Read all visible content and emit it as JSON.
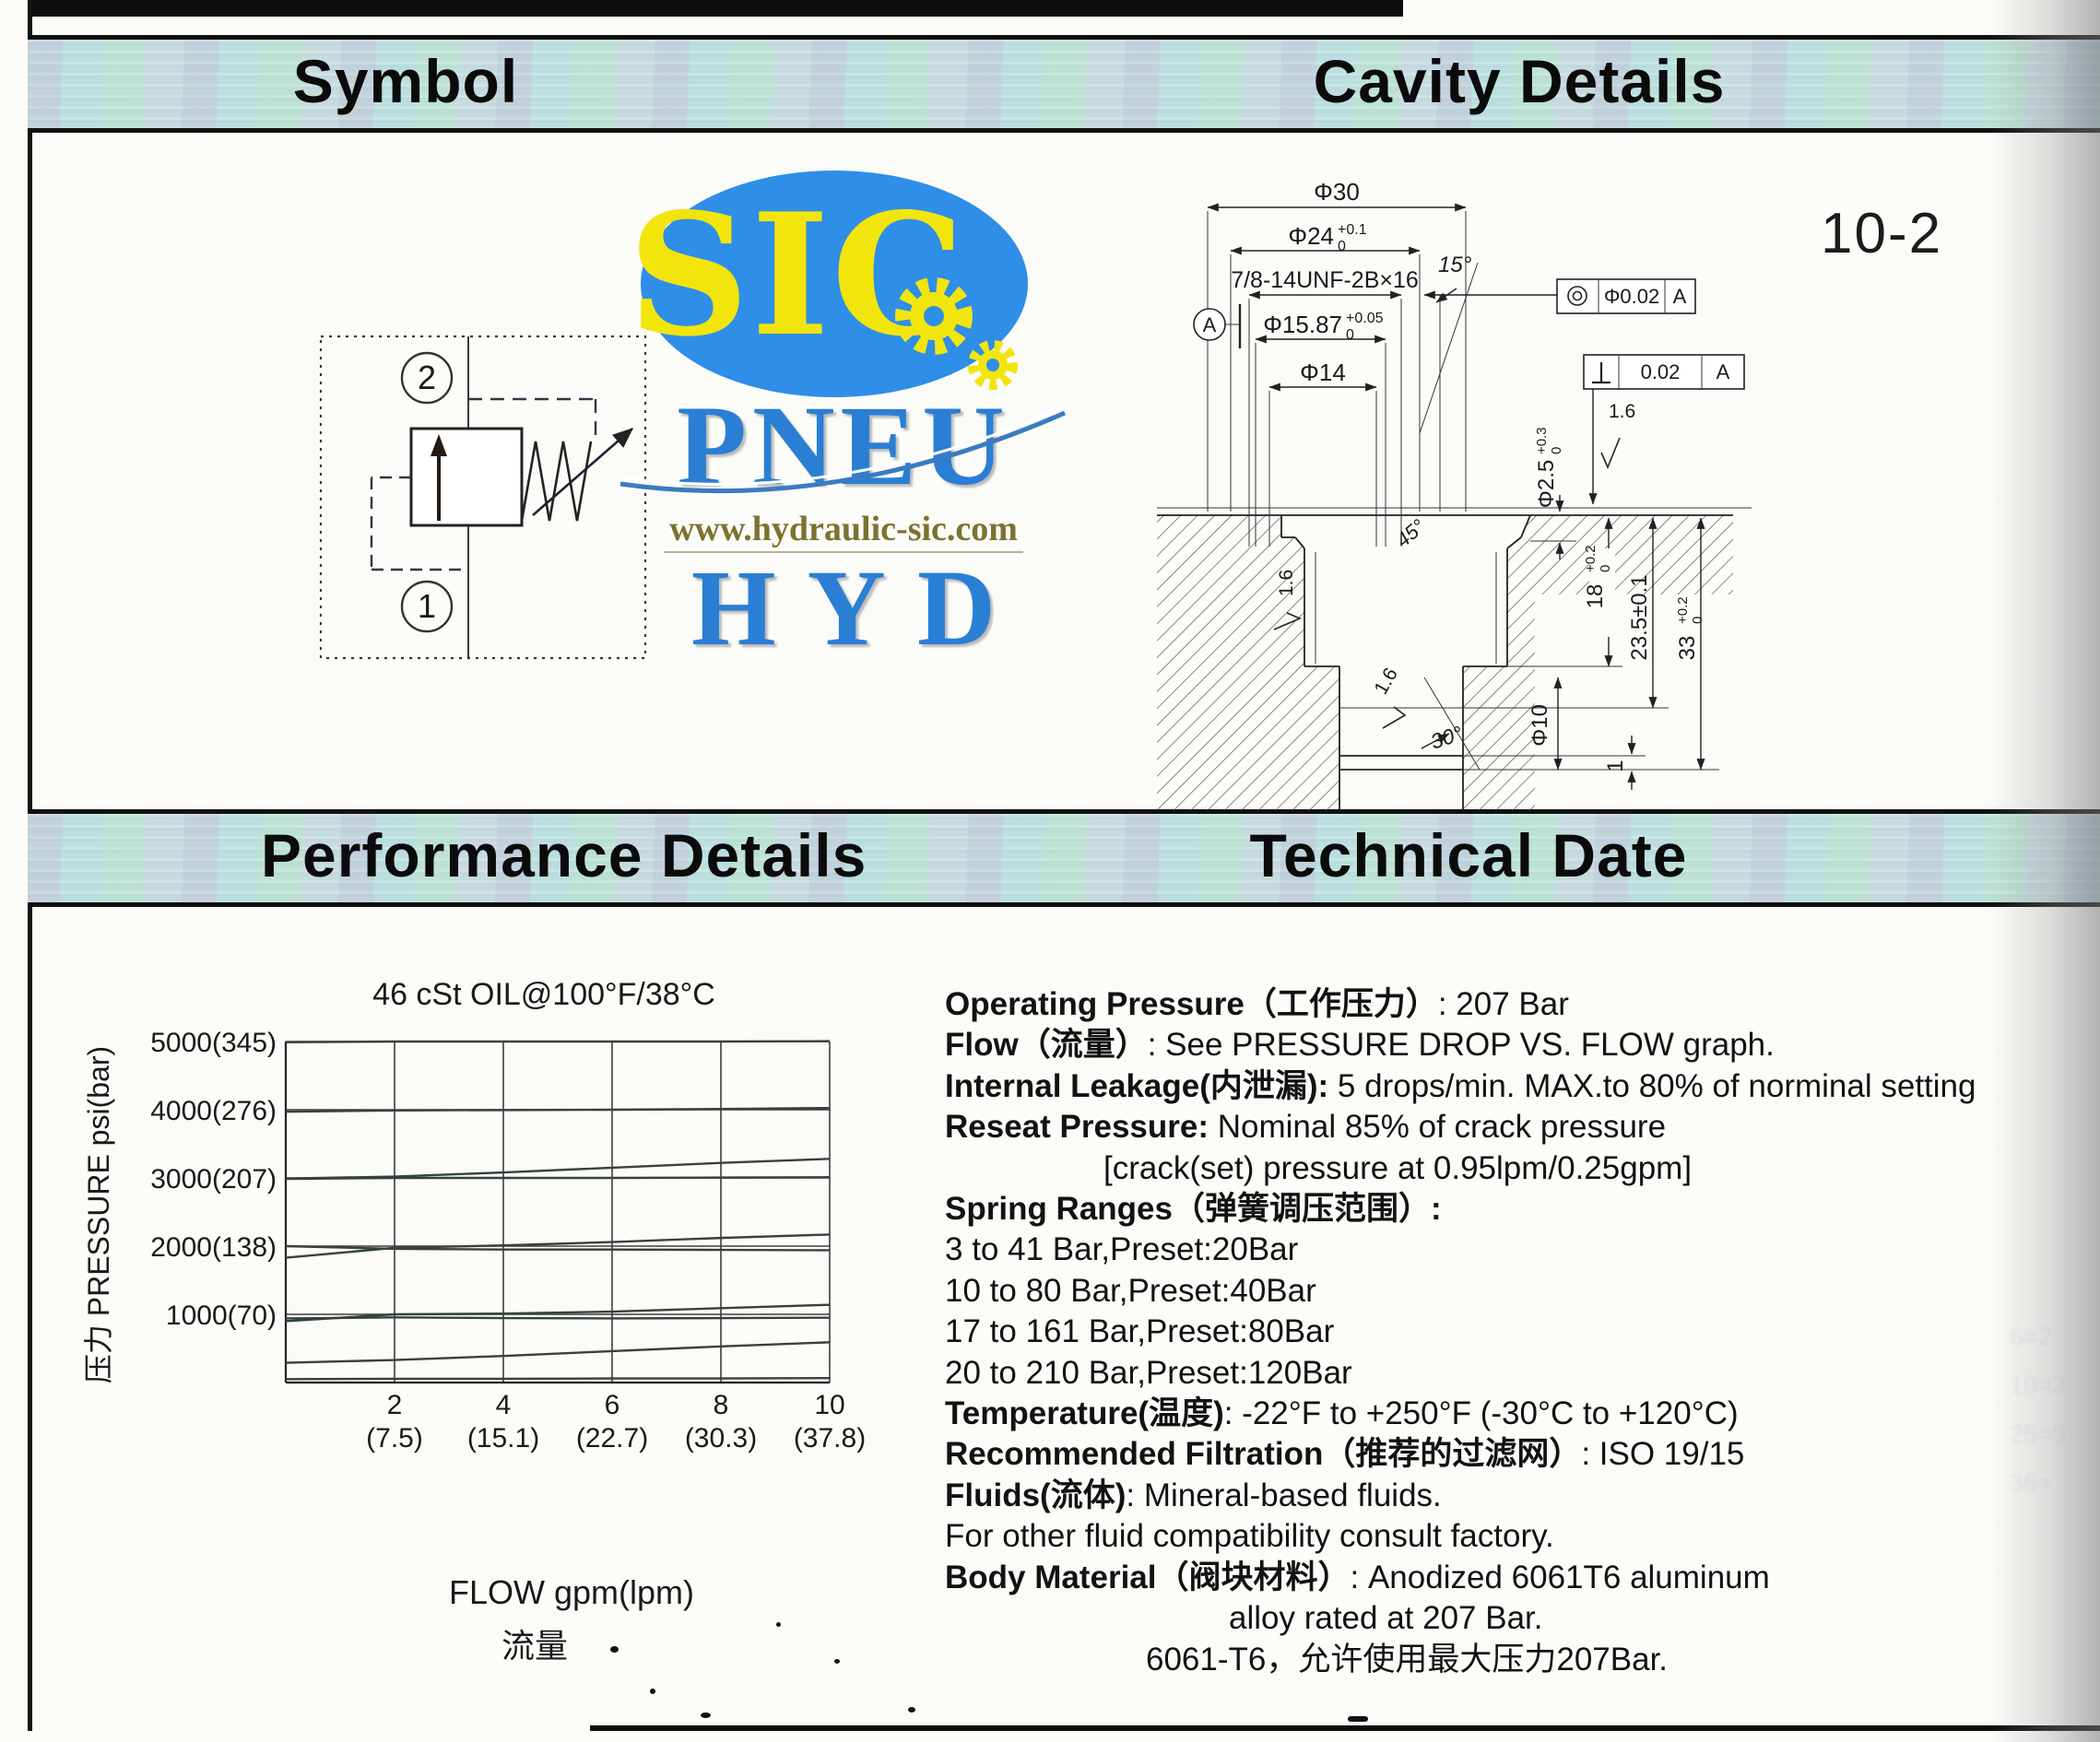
{
  "page_number": "10-2",
  "headers": {
    "symbol": "Symbol",
    "cavity": "Cavity Details",
    "performance": "Performance Details",
    "technical": "Technical Date"
  },
  "logo": {
    "sic": "SIC",
    "pneu": "PNEU",
    "url": "www.hydraulic-sic.com",
    "hyd": "HYD"
  },
  "symbol_diagram": {
    "port_top": "2",
    "port_bottom": "1"
  },
  "cavity": {
    "phi30": "Φ30",
    "phi24": {
      "main": "Φ24",
      "sup": "+0.1",
      "sub": "0"
    },
    "thread": "7/8-14UNF-2B×16",
    "phi1587": {
      "main": "Φ15.87",
      "sup": "+0.05",
      "sub": "0"
    },
    "phi14": "Φ14",
    "angle15": "15°",
    "angle45": "45°",
    "angle30": "30°",
    "finish": "1.6",
    "fcf_concentricity": {
      "tol": "Φ0.02",
      "datum": "A"
    },
    "fcf_perpendicularity": {
      "tol": "0.02",
      "datum": "A"
    },
    "datum": "A",
    "phi25": {
      "main": "Φ2.5",
      "sup": "+0.3",
      "sub": "0"
    },
    "depth18": {
      "main": "18",
      "sup": "+0.2",
      "sub": "0"
    },
    "depth235": "23.5±0.1",
    "depth33": {
      "main": "33",
      "sup": "+0.2",
      "sub": "0"
    },
    "phi10": "Φ10",
    "depth1": "1"
  },
  "chart_data": {
    "type": "line",
    "title": "46 cSt OIL@100°F/38°C",
    "xlabel": "FLOW gpm(lpm)",
    "xlabel_cn": "流量",
    "ylabel": "压力 PRESSURE psi(bar)",
    "xlim": [
      0,
      10
    ],
    "ylim": [
      0,
      5000
    ],
    "grid": true,
    "legend": "none",
    "xticks": [
      2,
      4,
      6,
      8,
      10
    ],
    "xtick_labels": [
      [
        "2",
        "(7.5)"
      ],
      [
        "4",
        "(15.1)"
      ],
      [
        "6",
        "(22.7)"
      ],
      [
        "8",
        "(30.3)"
      ],
      [
        "10",
        "(37.8)"
      ]
    ],
    "yticks": [
      5000,
      4000,
      3000,
      2000,
      1000
    ],
    "ytick_labels": [
      "5000(345)",
      "4000(276)",
      "3000(207)",
      "2000(138)",
      "1000(70)"
    ],
    "x": [
      0,
      2,
      4,
      6,
      8,
      10
    ],
    "series": [
      {
        "name": "setting-5000-flat",
        "values": [
          4990,
          5000,
          5000,
          5000,
          5000,
          5005
        ]
      },
      {
        "name": "setting-4000-flat",
        "values": [
          3970,
          3990,
          3995,
          4000,
          4010,
          4025
        ]
      },
      {
        "name": "setting-3000-rise",
        "values": [
          2990,
          3020,
          3080,
          3150,
          3220,
          3280
        ]
      },
      {
        "name": "setting-3000-flat",
        "values": [
          2985,
          3000,
          3000,
          3000,
          3005,
          3010
        ]
      },
      {
        "name": "setting-2000-rise",
        "values": [
          1830,
          1975,
          2010,
          2060,
          2120,
          2170
        ]
      },
      {
        "name": "setting-2000-flat",
        "values": [
          2000,
          1960,
          1950,
          1950,
          1945,
          1940
        ]
      },
      {
        "name": "setting-1000-rise",
        "values": [
          900,
          1000,
          1010,
          1040,
          1090,
          1140
        ]
      },
      {
        "name": "setting-1000-flat",
        "values": [
          940,
          955,
          945,
          940,
          945,
          950
        ]
      },
      {
        "name": "setting-low-rise",
        "values": [
          290,
          330,
          390,
          460,
          530,
          590
        ]
      },
      {
        "name": "setting-low-flat",
        "values": [
          50,
          55,
          55,
          60,
          60,
          65
        ]
      }
    ]
  },
  "technical": {
    "lines": [
      {
        "b": "Operating Pressure（工作压力）",
        "t": ": 207 Bar"
      },
      {
        "b": "Flow（流量）",
        "t": ": See PRESSURE DROP VS. FLOW graph."
      },
      {
        "b": "Internal Leakage(内泄漏):",
        "t": " 5 drops/min. MAX.to 80% of norminal setting"
      },
      {
        "b": "Reseat Pressure:",
        "t": " Nominal 85% of crack pressure"
      },
      {
        "b": "",
        "t": "[crack(set) pressure at 0.95lpm/0.25gpm]"
      },
      {
        "b": "Spring Ranges（弹簧调压范围）:",
        "t": ""
      },
      {
        "b": "",
        "t": "3 to 41 Bar,Preset:20Bar"
      },
      {
        "b": "",
        "t": "10 to 80 Bar,Preset:40Bar"
      },
      {
        "b": "",
        "t": "17 to 161 Bar,Preset:80Bar"
      },
      {
        "b": "",
        "t": "20 to 210 Bar,Preset:120Bar"
      },
      {
        "b": "Temperature(温度)",
        "t": ": -22°F to +250°F (-30°C to +120°C)"
      },
      {
        "b": "Recommended Filtration（推荐的过滤网）",
        "t": ": ISO 19/15"
      },
      {
        "b": "Fluids(流体)",
        "t": ": Mineral-based fluids."
      },
      {
        "b": "",
        "t": "For other fluid compatibility consult factory."
      },
      {
        "b": "Body Material（阀块材料）",
        "t": ": Anodized 6061T6 aluminum"
      },
      {
        "b": "",
        "t": "alloy rated at 207 Bar."
      },
      {
        "b": "",
        "t": "6061-T6，允许使用最大压力207Bar."
      }
    ]
  },
  "artifacts": {
    "ghost": [
      "6=2",
      "10=2",
      "25=5",
      "36="
    ]
  }
}
